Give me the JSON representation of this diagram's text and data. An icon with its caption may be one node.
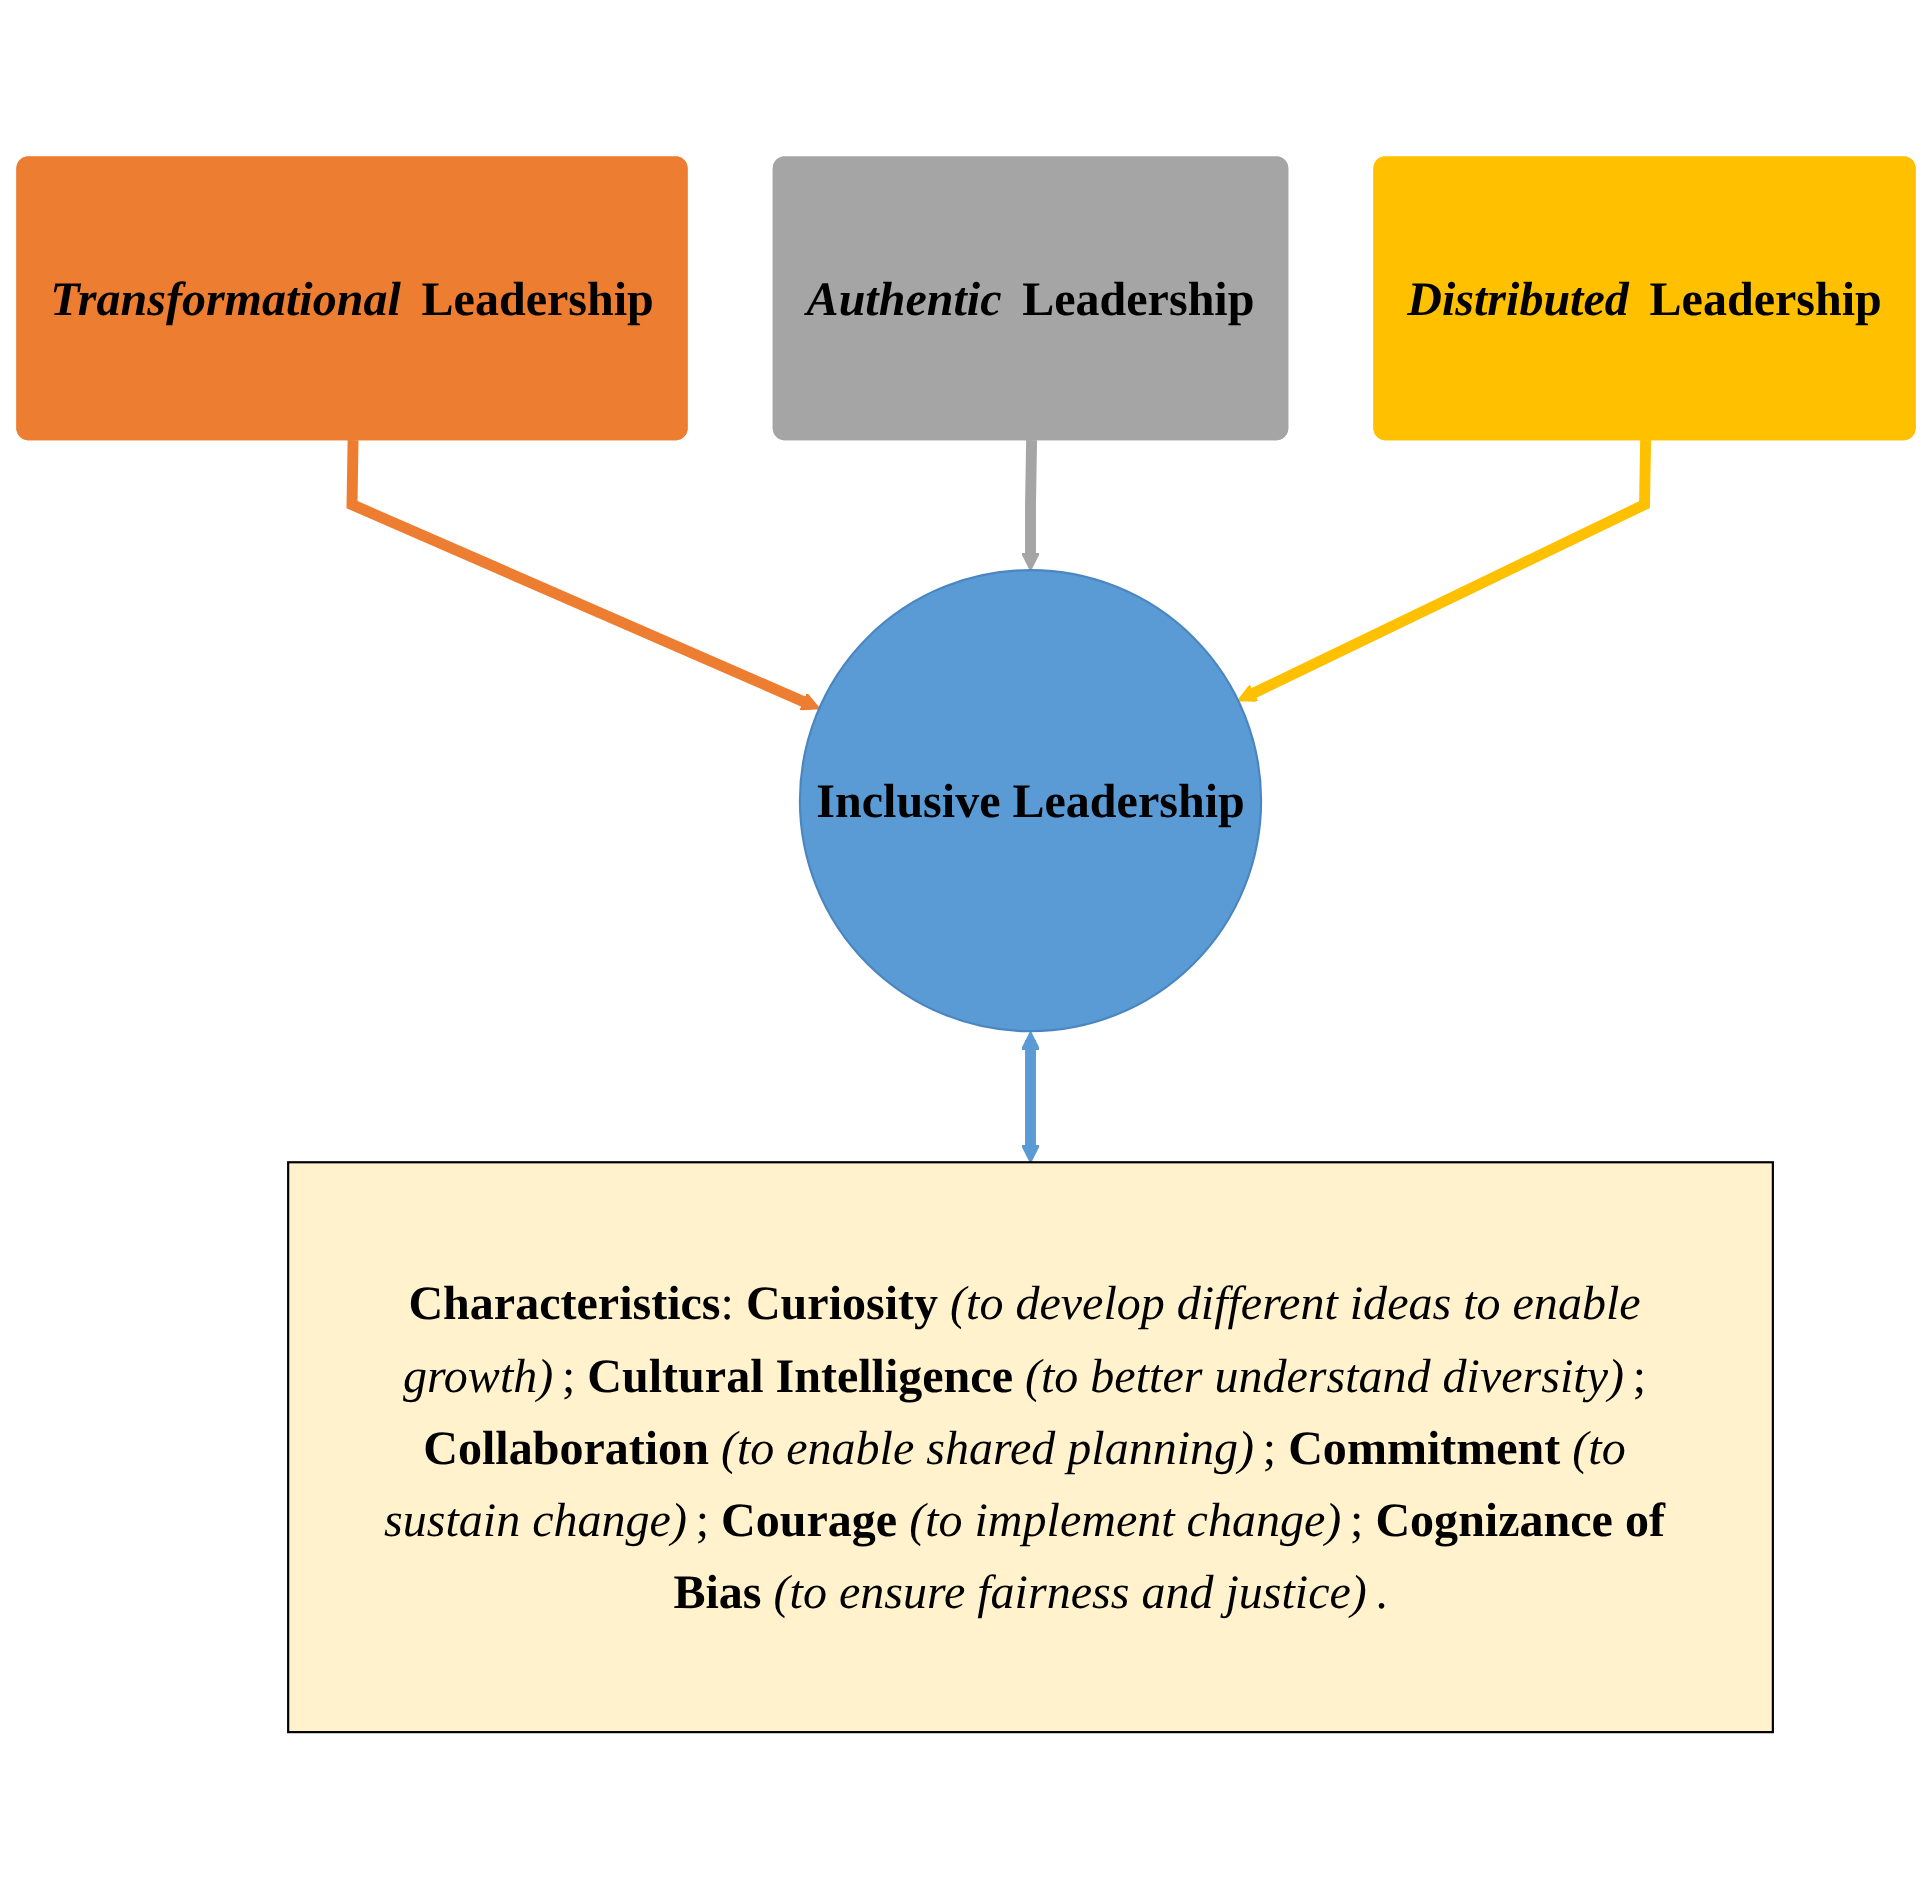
{
  "diagram": {
    "nodes": [
      {
        "text": [
          "*Transformational* Leadership"
        ]
      },
      {
        "text": [
          "*Authentic* Leadership"
        ]
      },
      {
        "text": [
          "*Distributed* Leadership"
        ]
      },
      {
        "text": [
          "Inclusive Leadership"
        ]
      },
      {
        "text": [
          "**Characteristics**: **Curiosity** *(to develop different ideas to enable growth)*; **Cultural Intelligence** *(to better understand diversity)*; **Collaboration** *(to enable shared planning)*; **Commitment** *(to sustain change)*; **Courage** *(to implement change)*; **Cognizance of Bias** *(to ensure fairness and justice)*."
        ]
      }
    ],
    "edges": [
      {
        "from": 0,
        "to": 3,
        "arrow": "to",
        "color": "#ed7d31"
      },
      {
        "from": 1,
        "to": 3,
        "arrow": "to",
        "color": "#a5a5a5"
      },
      {
        "from": 2,
        "to": 3,
        "arrow": "to",
        "color": "#ffc000"
      },
      {
        "from": 3,
        "to": 4,
        "arrow": "both",
        "color": "#5b9bd5"
      }
    ]
  }
}
